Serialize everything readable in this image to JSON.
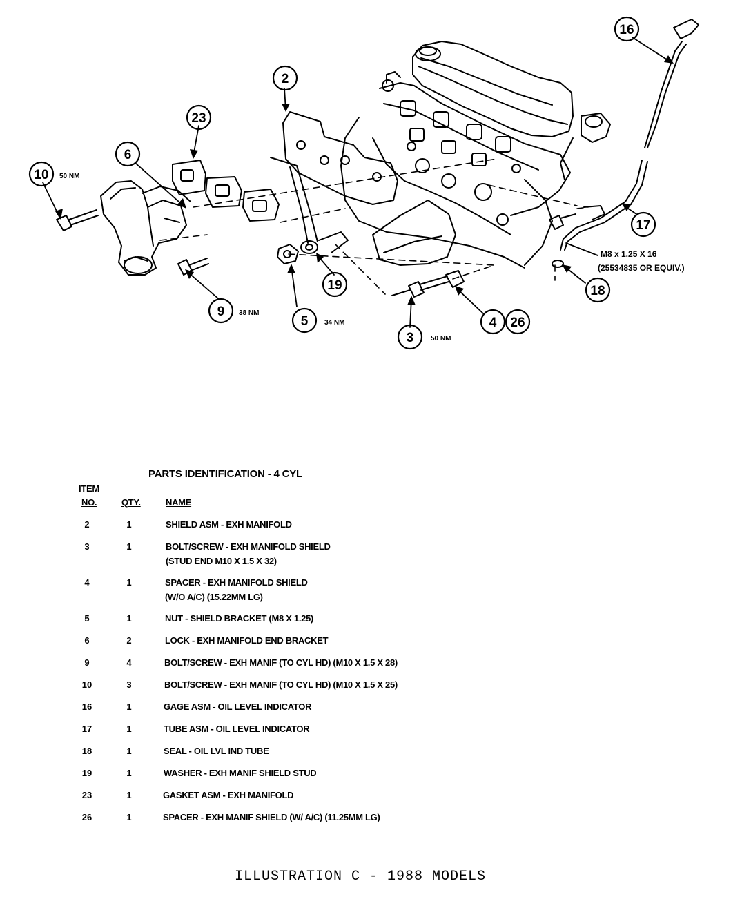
{
  "callouts": {
    "c2": "2",
    "c3": "3",
    "c4": "4",
    "c5": "5",
    "c6": "6",
    "c9": "9",
    "c10": "10",
    "c16": "16",
    "c17": "17",
    "c18": "18",
    "c19": "19",
    "c23": "23",
    "c26": "26"
  },
  "torques": {
    "t10": "50 NM",
    "t9": "38 NM",
    "t5": "34 NM",
    "t3": "50 NM"
  },
  "spec": {
    "line1": "M8 x 1.25 X 16",
    "line2": "(25534835  OR  EQUIV.)"
  },
  "parts": {
    "title": "PARTS IDENTIFICATION - 4 CYL",
    "header_item": "ITEM",
    "header_no": "NO.",
    "header_qty": "QTY.",
    "header_name": "NAME",
    "rows": [
      {
        "no": "2",
        "qty": "1",
        "name": "SHIELD ASM - EXH MANIFOLD",
        "name2": ""
      },
      {
        "no": "3",
        "qty": "1",
        "name": "BOLT/SCREW - EXH MANIFOLD SHIELD",
        "name2": "(STUD END M10 X 1.5 X 32)"
      },
      {
        "no": "4",
        "qty": "1",
        "name": "SPACER - EXH MANIFOLD SHIELD",
        "name2": "(W/O A/C)  (15.22MM LG)"
      },
      {
        "no": "5",
        "qty": "1",
        "name": "NUT - SHIELD BRACKET (M8 X 1.25)",
        "name2": ""
      },
      {
        "no": "6",
        "qty": "2",
        "name": "LOCK - EXH MANIFOLD END BRACKET",
        "name2": ""
      },
      {
        "no": "9",
        "qty": "4",
        "name": "BOLT/SCREW - EXH MANIF (TO CYL HD) (M10 X 1.5 X 28)",
        "name2": ""
      },
      {
        "no": "10",
        "qty": "3",
        "name": "BOLT/SCREW - EXH MANIF (TO CYL HD) (M10 X 1.5 X 25)",
        "name2": ""
      },
      {
        "no": "16",
        "qty": "1",
        "name": "GAGE ASM - OIL LEVEL INDICATOR",
        "name2": ""
      },
      {
        "no": "17",
        "qty": "1",
        "name": "TUBE ASM - OIL LEVEL INDICATOR",
        "name2": ""
      },
      {
        "no": "18",
        "qty": "1",
        "name": "SEAL - OIL LVL IND TUBE",
        "name2": ""
      },
      {
        "no": "19",
        "qty": "1",
        "name": "WASHER - EXH MANIF SHIELD STUD",
        "name2": ""
      },
      {
        "no": "23",
        "qty": "1",
        "name": "GASKET ASM - EXH MANIFOLD",
        "name2": ""
      },
      {
        "no": "26",
        "qty": "1",
        "name": "SPACER - EXH MANIF SHIELD  (W/ A/C) (11.25MM LG)",
        "name2": ""
      }
    ]
  },
  "caption": "ILLUSTRATION C - 1988 MODELS"
}
